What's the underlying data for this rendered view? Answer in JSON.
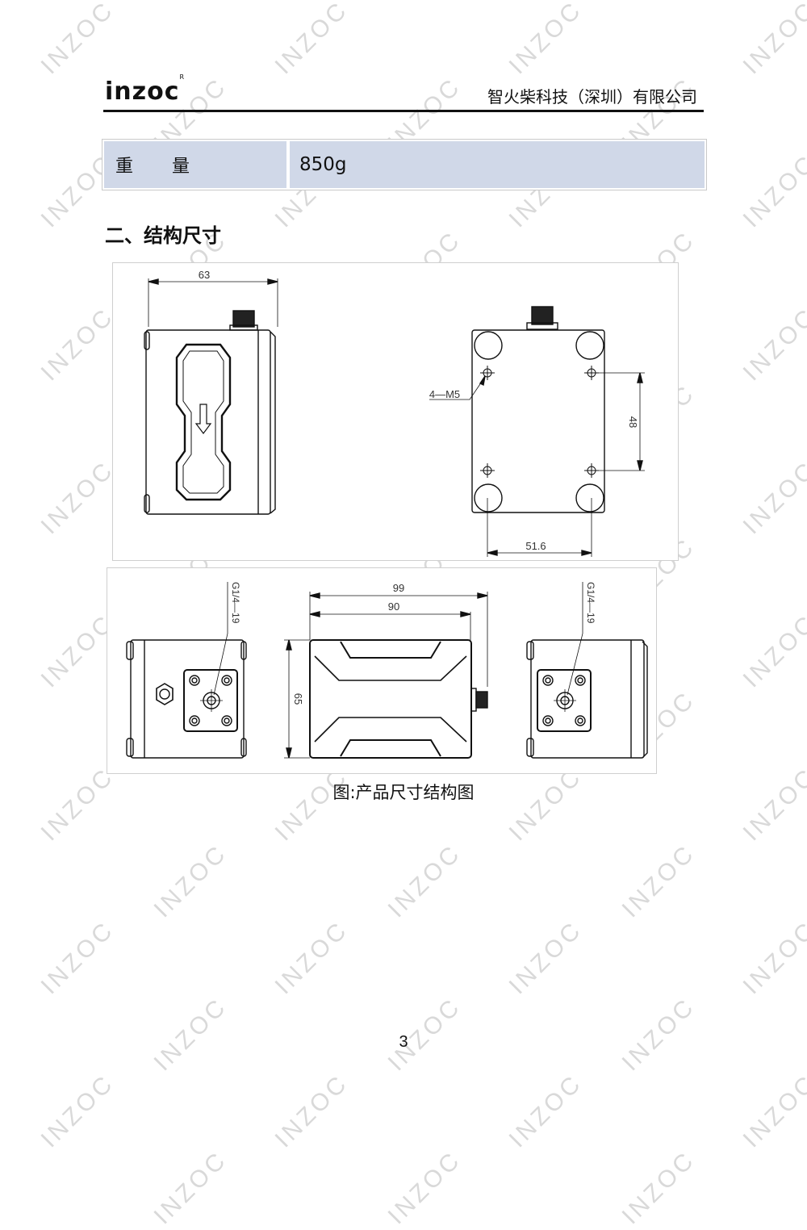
{
  "header": {
    "logo_text": "inzoc",
    "logo_mark": "R",
    "company": "智火柴科技（深圳）有限公司"
  },
  "spec_table": {
    "rows": [
      {
        "label": "重量",
        "value": "850g"
      }
    ]
  },
  "section": {
    "title": "二、结构尺寸"
  },
  "drawing": {
    "top_left_view": {
      "width_dim": "63"
    },
    "top_right_view": {
      "hole_label": "4—M5",
      "vertical_dim": "48",
      "horizontal_dim": "51.6"
    },
    "bottom_left_view": {
      "thread_label": "G1/4—19"
    },
    "bottom_center_view": {
      "overall_width_dim": "99",
      "body_width_dim": "90",
      "height_dim": "65"
    },
    "bottom_right_view": {
      "thread_label": "G1/4—19"
    }
  },
  "caption": "图:产品尺寸结构图",
  "page_number": "3",
  "watermark": "INZOC"
}
